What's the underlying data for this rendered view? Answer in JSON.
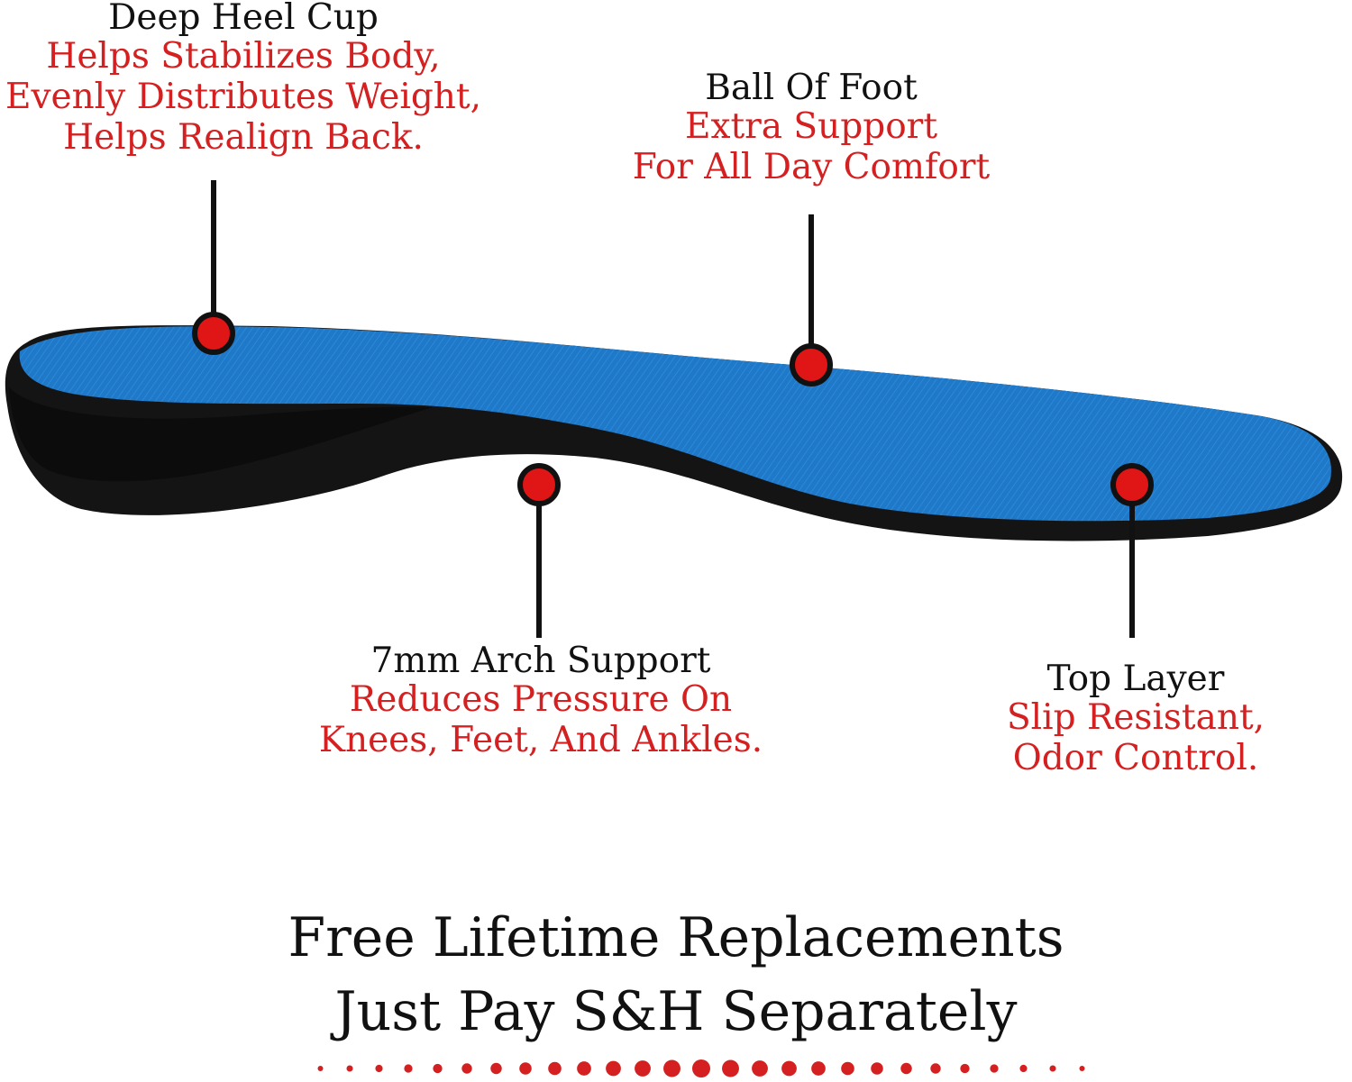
{
  "colors": {
    "insole_blue": "#1f78c8",
    "insole_black": "#141414",
    "accent_red": "#d42020",
    "text_dark": "#111111"
  },
  "callouts": {
    "heel": {
      "title": "Deep Heel Cup",
      "lines": [
        "Helps Stabilizes Body,",
        "Evenly Distributes Weight,",
        "Helps Realign Back."
      ]
    },
    "ball": {
      "title": "Ball Of Foot",
      "lines": [
        "Extra Support",
        "For All Day Comfort"
      ]
    },
    "arch": {
      "title": "7mm Arch Support",
      "lines": [
        "Reduces Pressure On",
        "Knees, Feet, And Ankles."
      ]
    },
    "toplayer": {
      "title": "Top Layer",
      "lines": [
        "Slip Resistant,",
        "Odor Control."
      ]
    }
  },
  "footer": {
    "line1": "Free Lifetime Replacements",
    "line2": "Just Pay S&H Separately"
  }
}
